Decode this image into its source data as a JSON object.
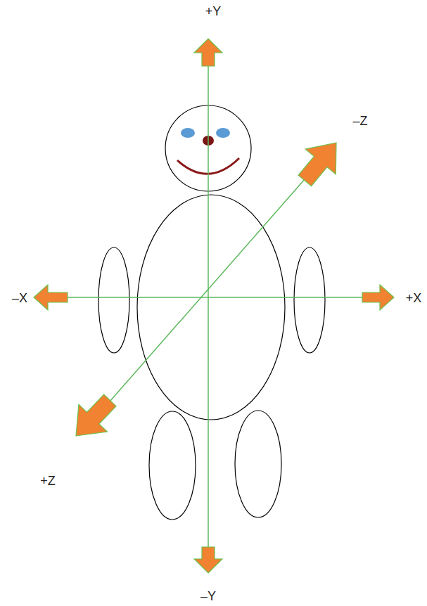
{
  "diagram": {
    "labels": [
      "+Y",
      "–Z",
      "–X",
      "+X",
      "+Z",
      "–Y"
    ]
  }
}
